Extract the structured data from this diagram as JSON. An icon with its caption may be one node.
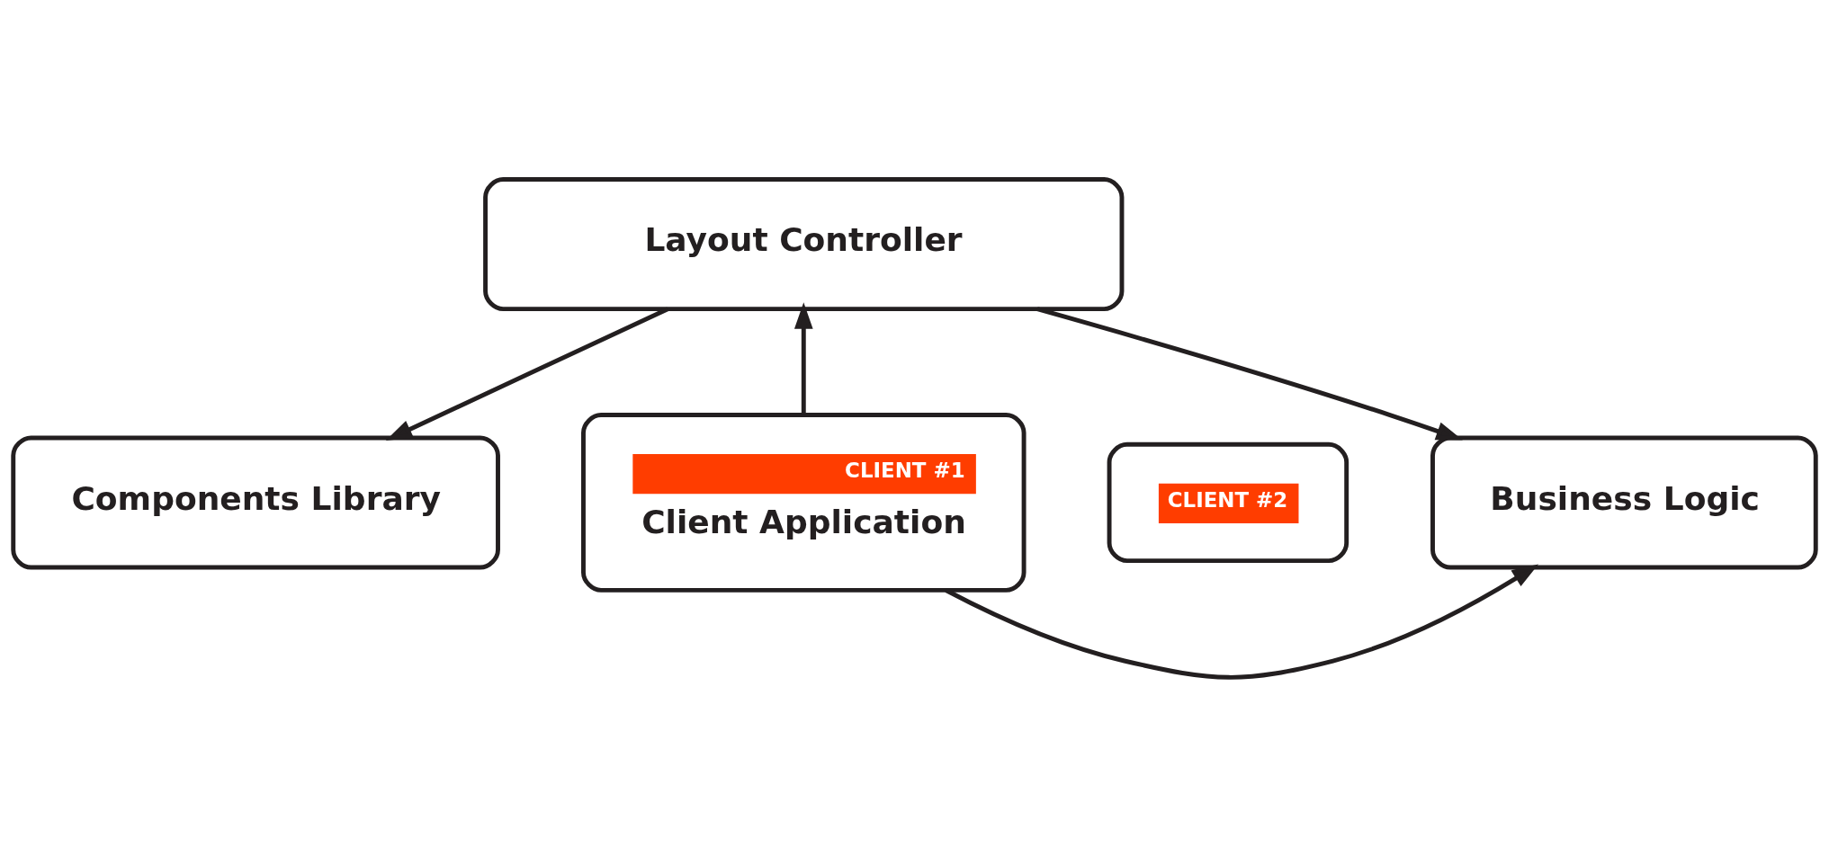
{
  "diagram": {
    "nodes": [
      {
        "text": [
          "Components Library"
        ]
      },
      {
        "text": [
          "Business Logic"
        ]
      },
      {
        "text": [
          "CLIENT #2"
        ]
      },
      {
        "text": [
          "CLIENT #1",
          "Client Application"
        ]
      },
      {
        "text": [
          "Layout Controller"
        ]
      }
    ],
    "edges": [
      {
        "from": 4,
        "to": 0,
        "arrow": "to"
      },
      {
        "from": 4,
        "to": 1,
        "arrow": "to"
      },
      {
        "from": 3,
        "to": 1,
        "arrow": "to"
      },
      {
        "from": 3,
        "to": 4,
        "arrow": "to"
      }
    ]
  }
}
